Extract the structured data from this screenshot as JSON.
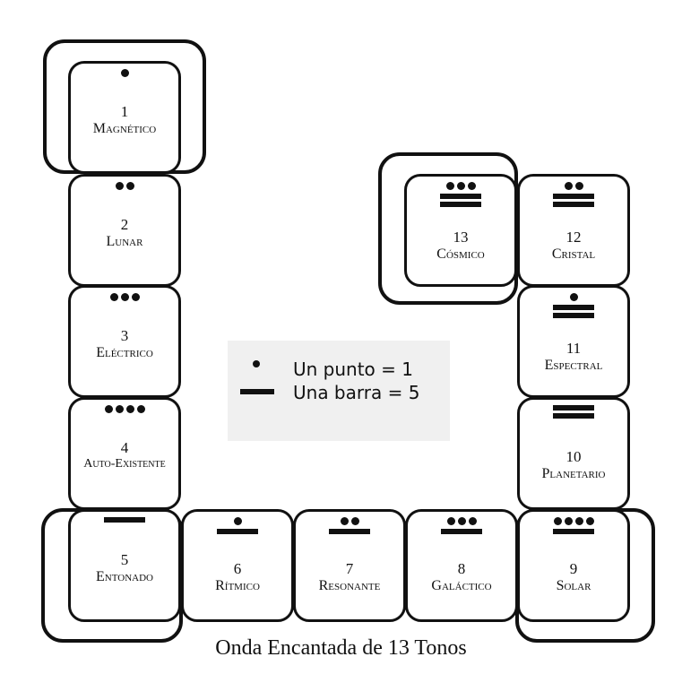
{
  "caption": "Onda Encantada de 13 Tonos",
  "legend": {
    "dot_text": "Un punto = 1",
    "bar_text": "Una barra = 5"
  },
  "tones": [
    {
      "number": "1",
      "name": "Magnético",
      "dots": 1,
      "bars": 0
    },
    {
      "number": "2",
      "name": "Lunar",
      "dots": 2,
      "bars": 0
    },
    {
      "number": "3",
      "name": "Eléctrico",
      "dots": 3,
      "bars": 0
    },
    {
      "number": "4",
      "name": "Auto-Existente",
      "dots": 4,
      "bars": 0
    },
    {
      "number": "5",
      "name": "Entonado",
      "dots": 0,
      "bars": 1
    },
    {
      "number": "6",
      "name": "Rítmico",
      "dots": 1,
      "bars": 1
    },
    {
      "number": "7",
      "name": "Resonante",
      "dots": 2,
      "bars": 1
    },
    {
      "number": "8",
      "name": "Galáctico",
      "dots": 3,
      "bars": 1
    },
    {
      "number": "9",
      "name": "Solar",
      "dots": 4,
      "bars": 1
    },
    {
      "number": "10",
      "name": "Planetario",
      "dots": 0,
      "bars": 2
    },
    {
      "number": "11",
      "name": "Espectral",
      "dots": 1,
      "bars": 2
    },
    {
      "number": "12",
      "name": "Cristal",
      "dots": 2,
      "bars": 2
    },
    {
      "number": "13",
      "name": "Cósmico",
      "dots": 3,
      "bars": 2
    }
  ]
}
